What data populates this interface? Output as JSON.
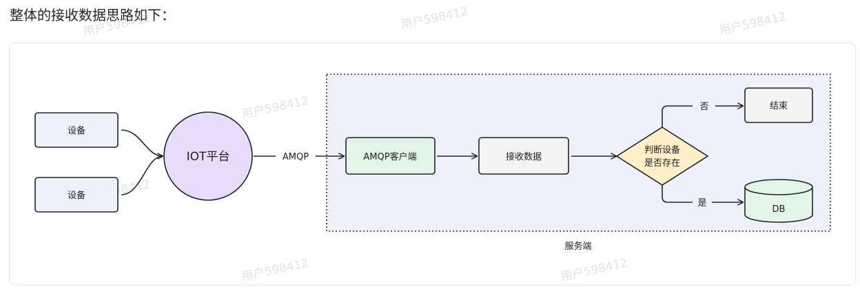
{
  "heading": "整体的接收数据思路如下：",
  "watermark": "用户598412",
  "diagram": {
    "devices": [
      "设备",
      "设备"
    ],
    "platform": "IOT平台",
    "protocol": "AMQP",
    "client": "AMQP客户端",
    "receive": "接收数据",
    "decision": [
      "判断设备",
      "是否存在"
    ],
    "no_label": "否",
    "yes_label": "是",
    "end": "结束",
    "db": "DB",
    "server_label": "服务端"
  },
  "colors": {
    "device_fill": "#eef1fb",
    "platform_fill": "#e8dcfa",
    "client_fill": "#e3f5e6",
    "receive_fill": "#f4f4f4",
    "decision_fill": "#fdf0c8",
    "end_fill": "#f4f4f4",
    "db_fill": "#e3f5e6",
    "server_area_fill": "#eef1fb",
    "stroke": "#222222"
  }
}
